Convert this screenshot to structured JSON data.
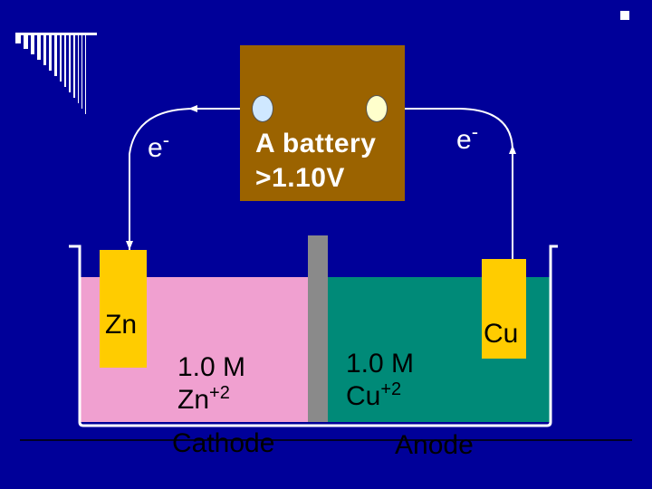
{
  "battery": {
    "line1": "A battery",
    "line2": ">1.10V"
  },
  "electron_left": {
    "symbol": "e",
    "charge": "-"
  },
  "electron_right": {
    "symbol": "e",
    "charge": "-"
  },
  "left_cell": {
    "electrode": "Zn",
    "concentration": "1.0 M",
    "ion": "Zn",
    "ion_charge": "+2",
    "name": "Cathode",
    "solution_color": "#f0a0d0"
  },
  "right_cell": {
    "electrode": "Cu",
    "concentration": "1.0 M",
    "ion": "Cu",
    "ion_charge": "+2",
    "name": "Anode",
    "solution_color": "#008a78"
  },
  "colors": {
    "background": "#000099",
    "battery": "#9b6300",
    "electrode": "#ffcc00",
    "divider": "#8a8a8a",
    "wire": "#ffffff"
  }
}
